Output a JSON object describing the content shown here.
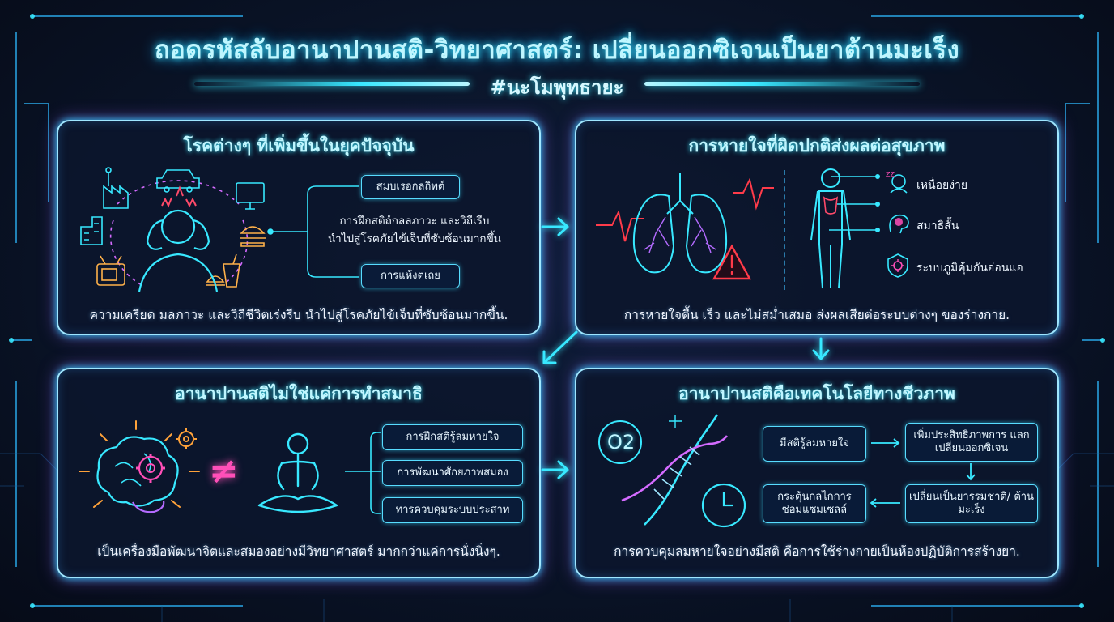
{
  "title": "ถอดรหัสลับอานาปานสติ-วิทยาศาสตร์: เปลี่ยนออกซิเจนเป็นยาต้านมะเร็ง",
  "hashtag": "#นะโมพุทธายะ",
  "colors": {
    "cyan": "#38e8ff",
    "purple": "#b46bff",
    "pink": "#ff4fb8",
    "red": "#ff3b4a",
    "orange": "#ffa23a"
  },
  "panel1": {
    "title": "โรคต่างๆ ที่เพิ่มขึ้นในยุคปัจจุบัน",
    "box_top": "สมบเรอกลถิทต์",
    "middle_text_1": "การฝึกสติถ์กลลภาวะ และวิถีเรีบ",
    "middle_text_2": "นำไปสู่โรคภัยไข้เจ็บที่ซับซ้อนมากขึ้น",
    "box_bottom": "การแห้งตเถย",
    "caption": "ความเครียด มลภาวะ และวิถีชีวิตเร่งรีบ นำไปสู่โรคภัยไข้เจ็บที่ซับซ้อนมากขึ้น.",
    "icons": [
      "factory-icon",
      "car-icon",
      "computer-icon",
      "burger-icon",
      "fastfood-icon",
      "tv-icon",
      "building-icon",
      "stressed-person-icon"
    ]
  },
  "panel2": {
    "title": "การหายใจที่ผิดปกติส่งผลต่อสุขภาพ",
    "effects": [
      "เหนื่อยง่าย",
      "สมาธิสั้น",
      "ระบบภูมิคุ้มกันอ่อนแอ"
    ],
    "caption": "การหายใจตื้น เร็ว และไม่สม่ำเสมอ ส่งผลเสียต่อระบบต่างๆ ของร่างกาย.",
    "icons": [
      "lungs-icon",
      "warning-icon",
      "body-icon",
      "tired-icon",
      "brain-icon",
      "virus-shield-icon"
    ]
  },
  "panel3": {
    "title": "อานาปานสติไม่ใช่แค่การทำสมาธิ",
    "symbol": "≠",
    "items": [
      "การฝึกสติรู้ลมหายใจ",
      "การพัฒนาศักยภาพสมอง",
      "ทารควบคุมระบบประสาท"
    ],
    "caption": "เป็นเครื่องมือพัฒนาจิตและสมองอย่างมีวิทยาศาสตร์ มากกว่าแค่การนั่งนิ่งๆ.",
    "icons": [
      "brain-gear-icon",
      "meditation-icon"
    ]
  },
  "panel4": {
    "title": "อานาปานสติคือเทคโนโลยีทางชีวภาพ",
    "box1": "มีสติรู้ลมหายใจ",
    "box2": "เพิ่มประสิทธิภาพการ แลกเปลี่ยนออกซิเจน",
    "box3": "เปลี่ยนเป็นยารรมชาติ/ ต้านมะเร็ง",
    "box4": "กระตุ้นกลไกการ ซ่อมแซมเซลล์",
    "caption": "การควบคุมลมหายใจอย่างมีสติ คือการใช้ร่างกายเป็นห้องปฏิบัติการสร้างยา.",
    "o2_label": "O2",
    "icons": [
      "oxygen-icon",
      "dna-icon",
      "clock-icon"
    ]
  }
}
